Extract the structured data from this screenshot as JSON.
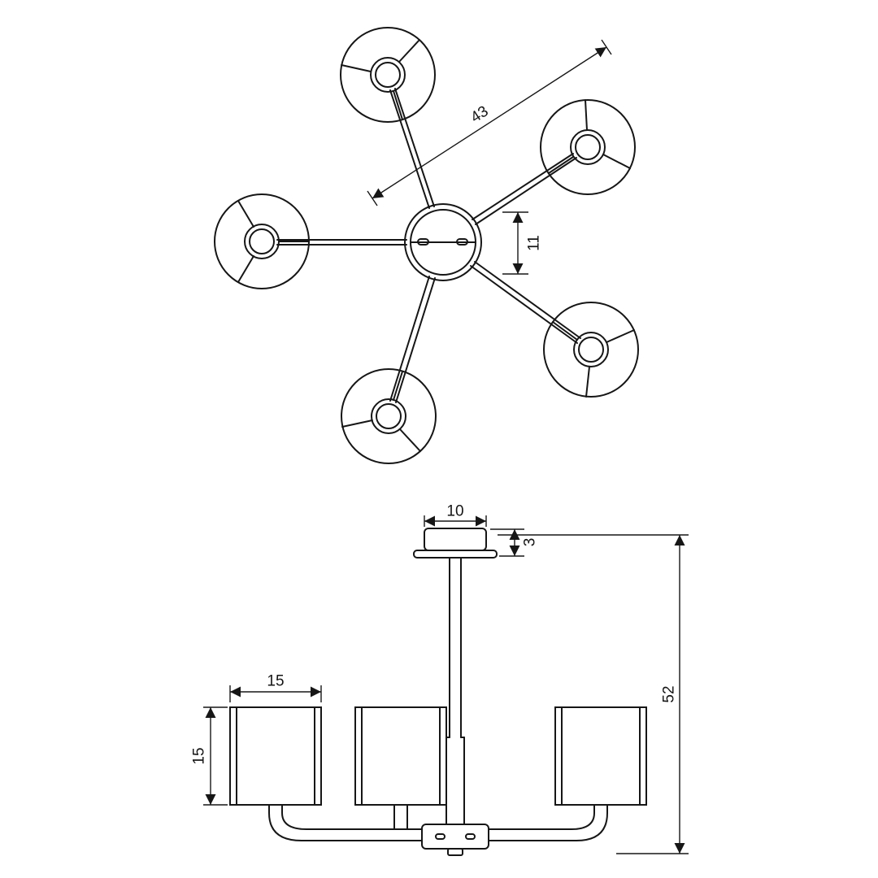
{
  "drawing": {
    "background": "#ffffff",
    "line_color": "#161616",
    "top_view": {
      "arm_length": "43",
      "hub_size": "11"
    },
    "side_view": {
      "canopy_width": "10",
      "canopy_height": "3",
      "shade_width": "15",
      "shade_height": "15",
      "total_height": "52"
    }
  }
}
